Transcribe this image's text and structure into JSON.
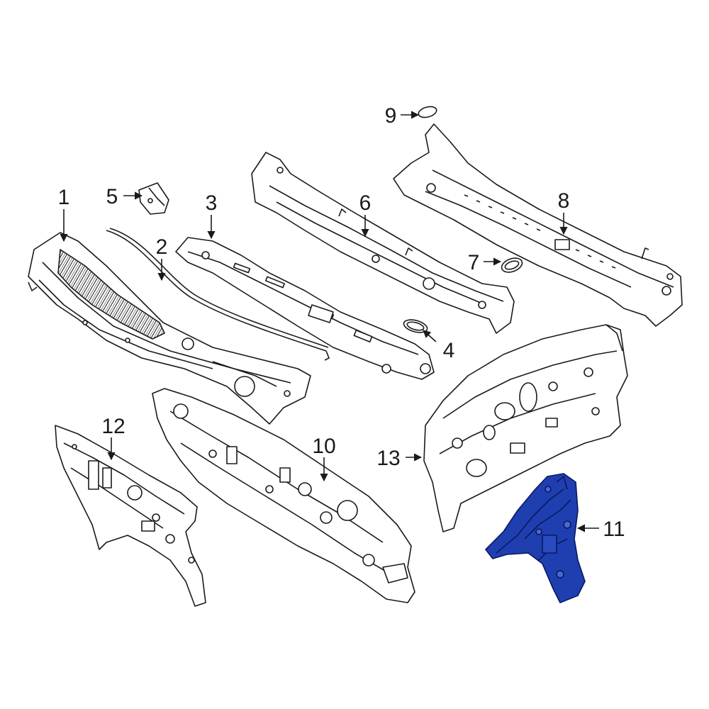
{
  "callouts": [
    {
      "id": "c1",
      "label": "1"
    },
    {
      "id": "c2",
      "label": "2"
    },
    {
      "id": "c3",
      "label": "3"
    },
    {
      "id": "c4",
      "label": "4"
    },
    {
      "id": "c5",
      "label": "5"
    },
    {
      "id": "c6",
      "label": "6"
    },
    {
      "id": "c7",
      "label": "7"
    },
    {
      "id": "c8",
      "label": "8"
    },
    {
      "id": "c9",
      "label": "9"
    },
    {
      "id": "c10",
      "label": "10"
    },
    {
      "id": "c11",
      "label": "11"
    },
    {
      "id": "c12",
      "label": "12"
    },
    {
      "id": "c13",
      "label": "13"
    }
  ],
  "highlighted_part": "11",
  "colors": {
    "line": "#1a1a1a",
    "highlight_fill": "#1f3fb0",
    "highlight_line": "#0a1860",
    "background": "#ffffff"
  }
}
